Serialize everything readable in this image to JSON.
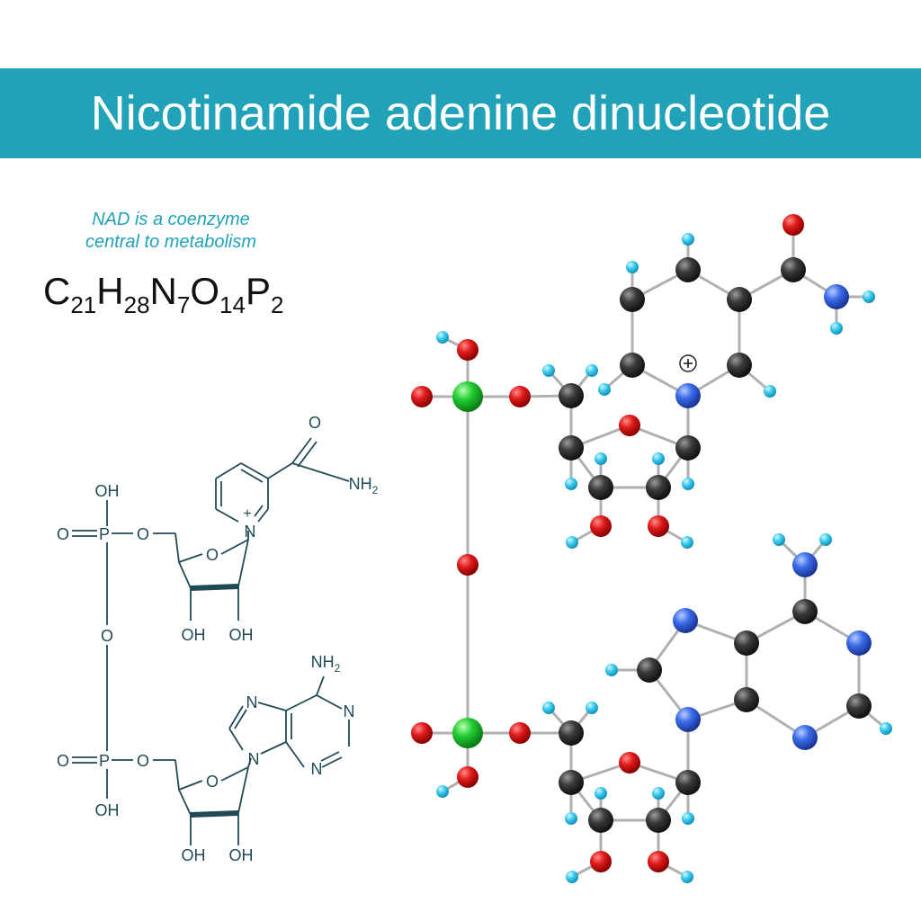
{
  "title": "Nicotinamide adenine dinucleotide",
  "subtitle": [
    "NAD is a coenzyme",
    "central to metabolism"
  ],
  "formula": [
    {
      "el": "C",
      "n": "21"
    },
    {
      "el": "H",
      "n": "28"
    },
    {
      "el": "N",
      "n": "7"
    },
    {
      "el": "O",
      "n": "14"
    },
    {
      "el": "P",
      "n": "2"
    }
  ],
  "structure_labels": {
    "oh": "OH",
    "o": "O",
    "p": "P",
    "n": "N",
    "nh2_main": "NH",
    "nh2_sub": "2",
    "plus": "+",
    "o_double": "O",
    "oh_bottom_left": "OH",
    "oh_bottom_right": "OH"
  },
  "colors": {
    "banner": "#21a2b8",
    "carbon": "#3a3a3a",
    "oxygen": "#e01b1b",
    "nitrogen": "#3b6be8",
    "hydrogen": "#38c9ee",
    "phosphorus": "#22cc33",
    "bond": "#b0b0b0",
    "skeleton": "#1f4a56"
  }
}
